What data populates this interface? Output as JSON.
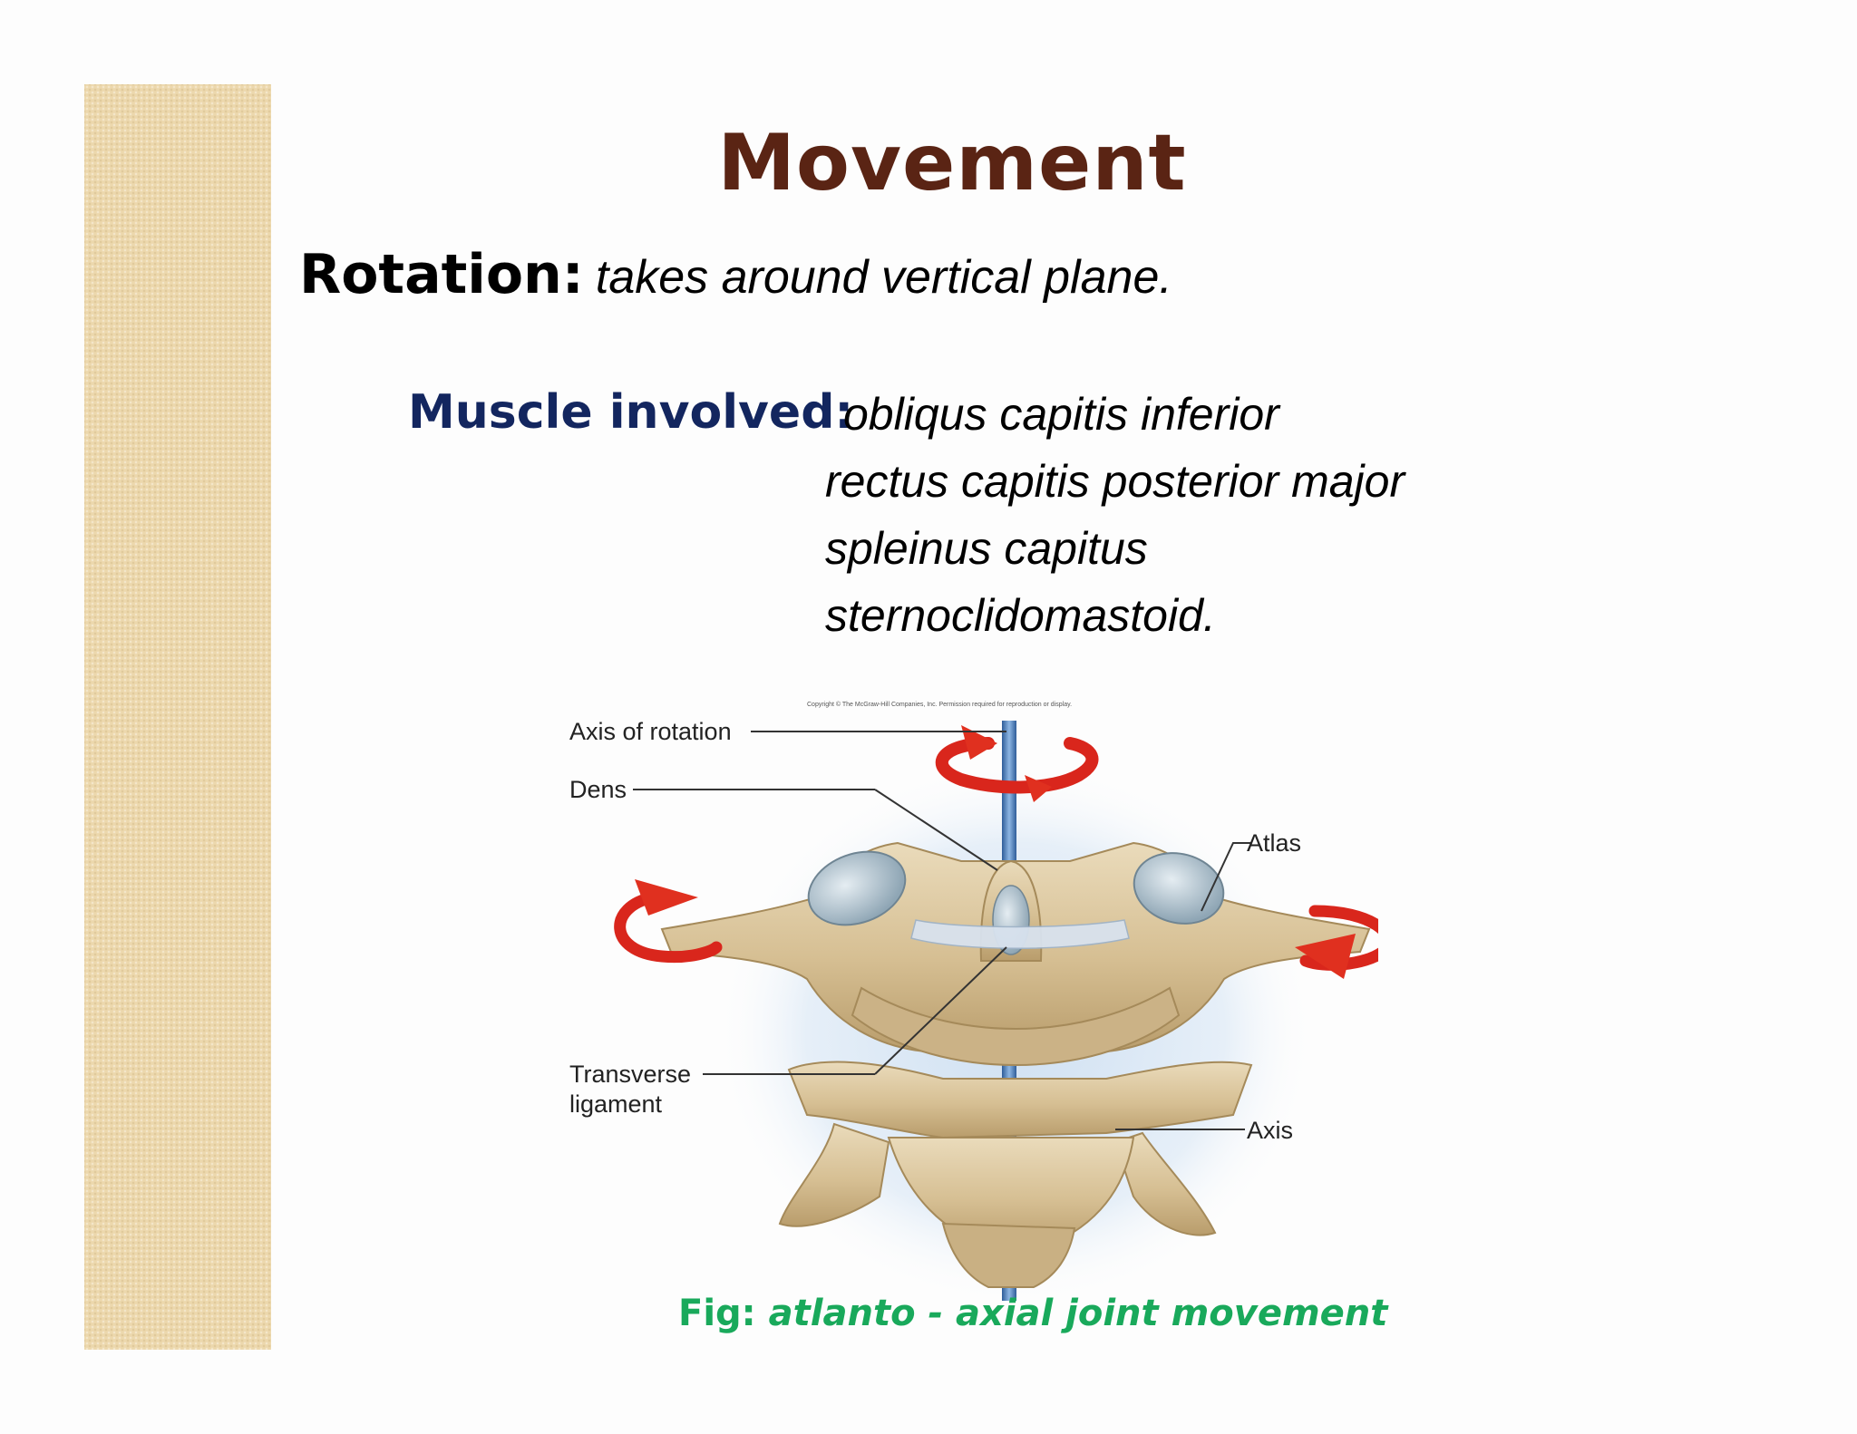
{
  "slide": {
    "title": "Movement",
    "rotation": {
      "term": "Rotation:",
      "description": "takes around vertical plane."
    },
    "muscles": {
      "label": "Muscle involved:",
      "items": [
        "obliqus capitis inferior",
        "rectus capitis posterior major",
        "spleinus capitus",
        "sternoclidomastoid."
      ]
    },
    "figure": {
      "copyright": "Copyright © The McGraw-Hill Companies, Inc. Permission required for reproduction or display.",
      "labels": {
        "axis_of_rotation": "Axis of rotation",
        "dens": "Dens",
        "atlas": "Atlas",
        "transverse": "Transverse",
        "ligament": "ligament",
        "axis": "Axis"
      },
      "caption_prefix": "Fig:",
      "caption_text": "atlanto - axial joint movement"
    },
    "colors": {
      "title": "#5a2414",
      "muscle_label": "#13265f",
      "caption": "#19a95b",
      "sidebar": "#ecd8ad",
      "arrow": "#d9261c",
      "bone": "#d9c29a"
    }
  }
}
